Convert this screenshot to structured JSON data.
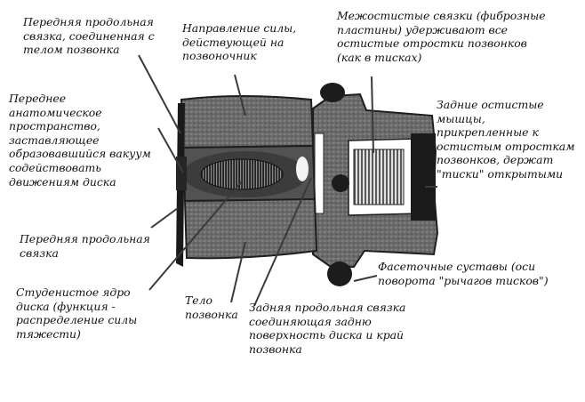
{
  "labels": {
    "anterior_ligament_top": "Передняя продольная\nсвязка, соединенная с\nтелом позвонка",
    "force_direction": "Направление силы,\nдействующей на\nпозвоночник",
    "interspinous_ligaments": "Межостистые связки (фиброзные\nпластины) удерживают все\nостистые отростки позвонков\n(как в тисках)",
    "anterior_space": "Переднее\nанатомическое\nпространство,\nзаставляющее\nобразовавшийся вакуум\nсодействовать\nдвижениям диска",
    "posterior_muscles": "Задние остистые\nмышцы,\nприкрепленные к\nостистым отросткам\nпозвонков, держат\n\"тиски\" открытыми",
    "anterior_ligament_bottom": "Передняя продольная\nсвязка",
    "facet_joints": "Фасеточные суставы (оси\nповорота \"рычагов тисков\")",
    "nucleus": "Студенистое ядро\nдиска (функция -\nраспределение силы\nтяжести)",
    "vertebral_body": "Тело\nпозвонка",
    "posterior_ligament": "Задняя продольная связка\nсоединяющая задню\nповерхность диска и край\nпозвонка"
  },
  "colors": {
    "bone": "#6e6e6e",
    "bone_dark": "#2a2a2a",
    "pointer": "#3a3a3a",
    "text": "#111111"
  }
}
